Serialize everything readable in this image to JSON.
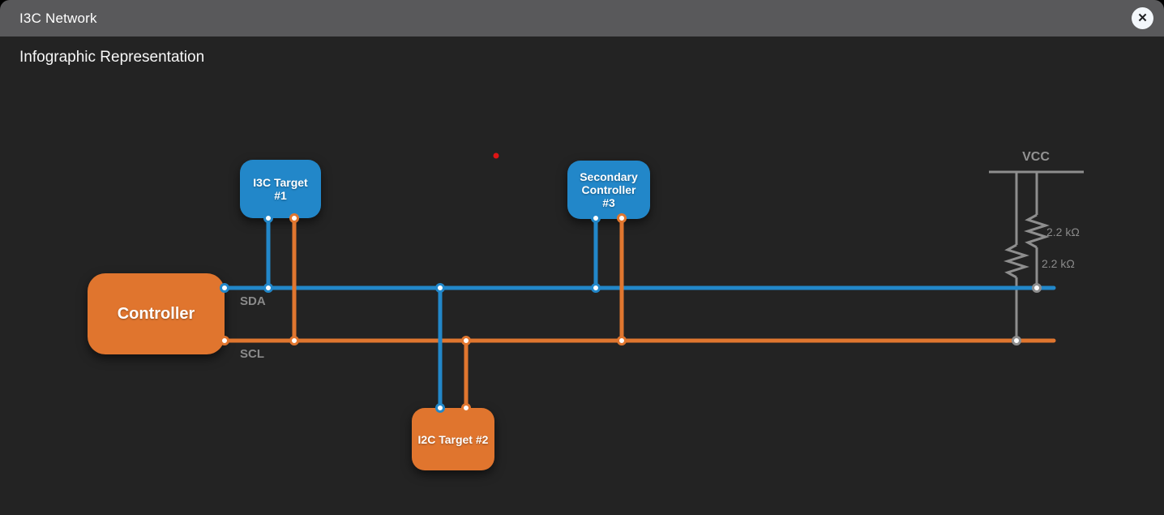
{
  "window": {
    "title": "I3C Network",
    "close_icon": "✕"
  },
  "view": {
    "heading": "Infographic Representation"
  },
  "diagram": {
    "nodes": {
      "controller": {
        "label": "Controller",
        "color": "#E0752E"
      },
      "i3c_target_1": {
        "label": "I3C Target #1",
        "color": "#2287C9"
      },
      "secondary_controller_3": {
        "label": "Secondary Controller #3",
        "color": "#2287C9"
      },
      "i2c_target_2": {
        "label": "I2C Target #2",
        "color": "#E0752E"
      }
    },
    "buses": {
      "sda": {
        "label": "SDA",
        "color": "#2287C9"
      },
      "scl": {
        "label": "SCL",
        "color": "#E0762F"
      }
    },
    "power": {
      "vcc_label": "VCC",
      "resistor_sda": {
        "value": "2.2 kΩ"
      },
      "resistor_scl": {
        "value": "2.2 kΩ"
      },
      "wire_color": "#8E8E8E"
    },
    "markers": {
      "red_indicator": "#DE1414"
    }
  }
}
